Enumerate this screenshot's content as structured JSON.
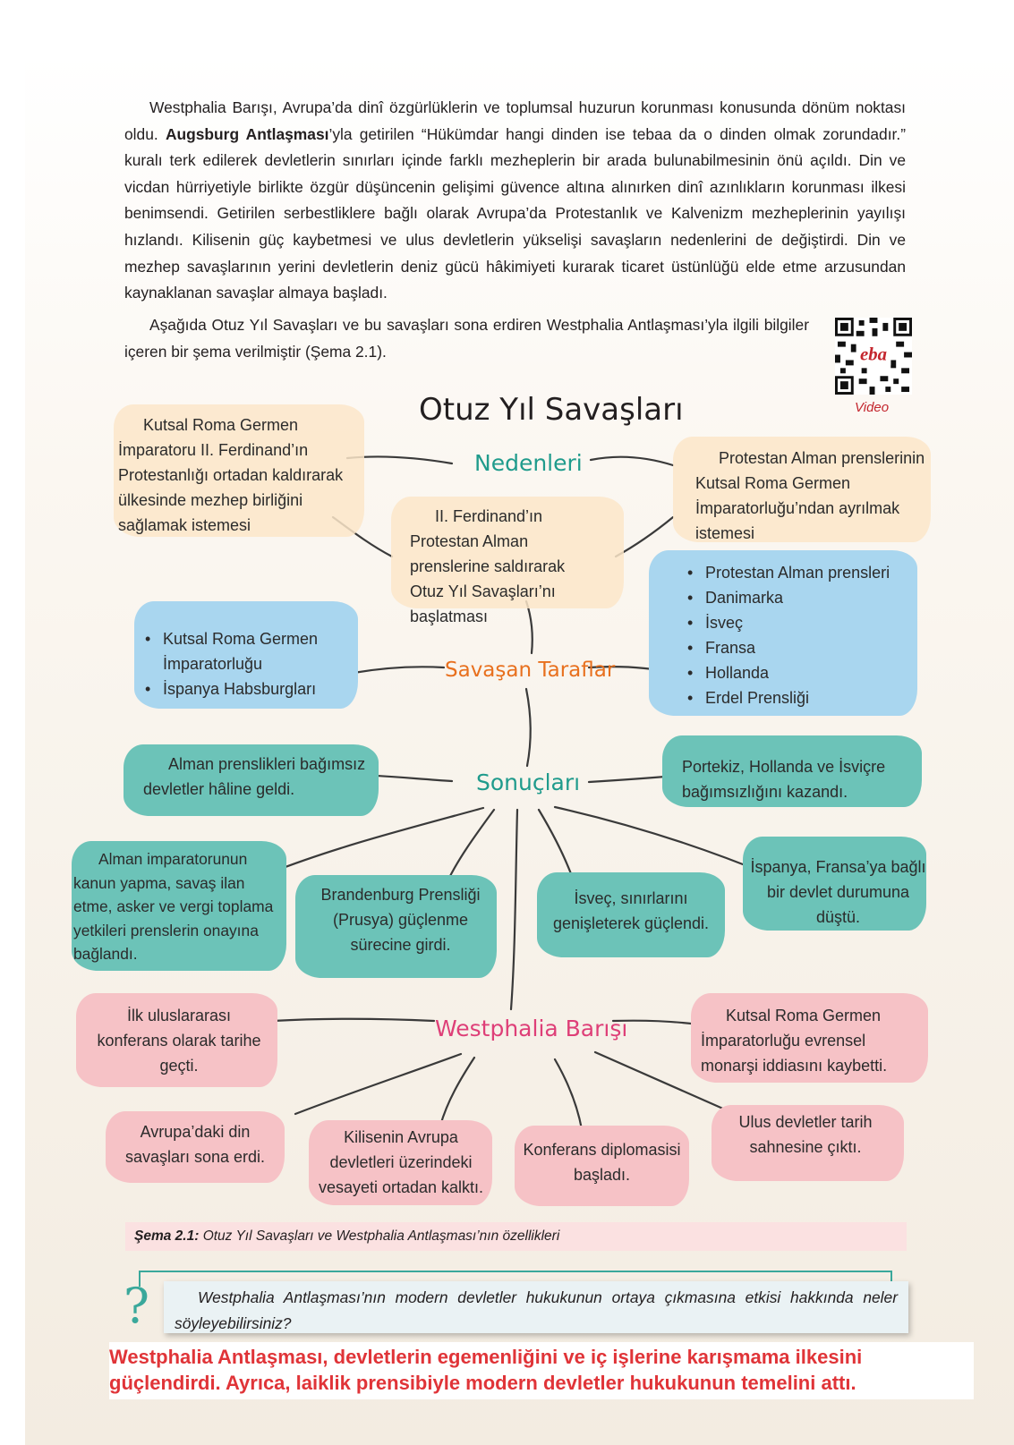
{
  "intro": {
    "p1_a": "Westphalia Barışı, Avrupa’da dinî özgürlüklerin ve toplumsal huzurun korunması konusunda dönüm noktası oldu. ",
    "p1_bold": "Augsburg Antlaşması",
    "p1_b": "’yla getirilen “Hükümdar hangi dinden ise tebaa da o dinden olmak zorundadır.” kuralı terk edilerek devletlerin sınırları içinde farklı mezheplerin bir arada bulunabilmesinin önü açıldı. Din ve vicdan hürriyetiyle birlikte özgür düşüncenin gelişimi güvence altına alınırken dinî azınlıkların korunması ilkesi benimsendi. Getirilen serbestliklere bağlı olarak Avrupa’da Protestanlık ve Kalvenizm mezheplerinin yayılışı hızlandı. Kilisenin güç kaybetmesi ve ulus devletlerin yükselişi savaşların nedenlerini de değiştirdi. Din ve mezhep savaşlarının yerini devletlerin deniz gücü hâkimiyeti kurarak ticaret üstünlüğü elde etme arzusundan kaynaklanan savaşlar almaya başladı.",
    "p2": "Aşağıda Otuz Yıl Savaşları ve bu savaşları sona erdiren Westphalia Antlaşması’yla ilgili bilgiler içeren bir şema verilmiştir (Şema 2.1)."
  },
  "qr": {
    "badge": "eba",
    "label": "Video"
  },
  "diagram": {
    "title": "Otuz Yıl Savaşları",
    "nedenler": {
      "label": "Nedenleri",
      "left": "Kutsal Roma Germen İmparatoru II. Ferdinand’ın Protestanlığı ortadan kaldırarak ülkesinde mezhep birliğini sağlamak istemesi",
      "right": "Protestan Alman prenslerinin Kutsal Roma Germen İmparatorluğu’ndan ayrılmak istemesi",
      "center": "II. Ferdinand’ın Protestan Alman prenslerine saldırarak Otuz Yıl Savaşları’nı başlatması"
    },
    "taraflar": {
      "label": "Savaşan Taraflar",
      "left": [
        "Kutsal Roma Germen İmparatorluğu",
        "İspanya Habsburgları"
      ],
      "right": [
        "Protestan Alman prensleri",
        "Danimarka",
        "İsveç",
        "Fransa",
        "Hollanda",
        "Erdel Prensliği"
      ]
    },
    "sonuclar": {
      "label": "Sonuçları",
      "items": [
        "Alman prenslikleri bağımsız devletler hâline geldi.",
        "Portekiz, Hollanda ve İsviçre bağımsızlığını kazandı.",
        "Alman imparatorunun kanun yapma, savaş ilan etme, asker ve vergi toplama yetkileri prenslerin onayına bağlandı.",
        "Brandenburg Prensliği (Prusya) güçlenme sürecine girdi.",
        "İsveç, sınırlarını genişleterek güçlendi.",
        "İspanya, Fransa’ya bağlı bir devlet durumuna düştü."
      ]
    },
    "westphalia": {
      "label": "Westphalia Barışı",
      "items": [
        "İlk uluslararası konferans olarak tarihe geçti.",
        "Kutsal Roma Germen İmparatorluğu evrensel monarşi iddiasını kaybetti.",
        "Avrupa’daki din savaşları sona erdi.",
        "Kilisenin Avrupa devletleri üzerindeki vesayeti ortadan kalktı.",
        "Konferans diplomasisi başladı.",
        "Ulus devletler tarih sahnesine çıktı."
      ]
    },
    "colors": {
      "nedenler": "#1f9b8c",
      "taraflar": "#e8701e",
      "sonuclar": "#1f9b8c",
      "westphalia": "#de3f78"
    }
  },
  "caption": {
    "bold": "Şema 2.1:",
    "text": " Otuz Yıl Savaşları ve Westphalia Antlaşması’nın özellikleri"
  },
  "question": "Westphalia Antlaşması’nın modern devletler hukukunun ortaya çıkmasına etkisi hakkında neler söyleyebilirsiniz?",
  "answer": "Westphalia Antlaşması, devletlerin egemenliğini ve iç işlerine karışmama ilkesini güçlendirdi. Ayrıca, laiklik prensibiyle modern devletler hukukunun temelini attı."
}
